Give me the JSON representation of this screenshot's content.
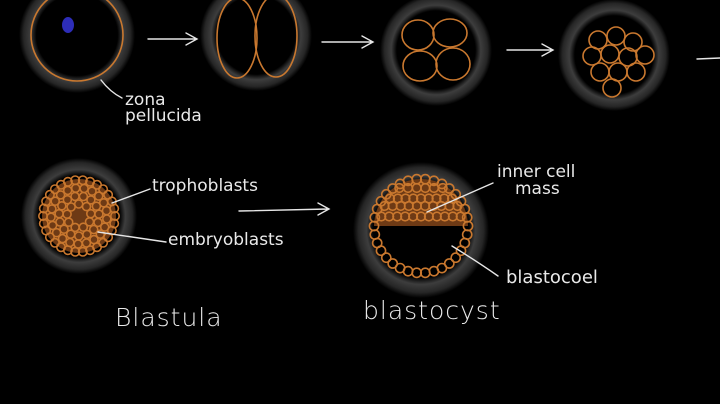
{
  "labels": {
    "zona": "zona",
    "pellucida": "pellucida",
    "trophoblasts": "trophoblasts",
    "embryoblasts": "embryoblasts",
    "inner_cell": "inner cell",
    "mass": "mass",
    "blastocoel": "blastocoel",
    "blastula": "Blastula",
    "blastocyst": "blastocyst"
  },
  "colors": {
    "background": "#000000",
    "cell_outline": "#c9782f",
    "ink_white": "#e6e6e6",
    "zona_gray": "#3a3a3a",
    "embryoblast_fill": "#6e3a15"
  }
}
